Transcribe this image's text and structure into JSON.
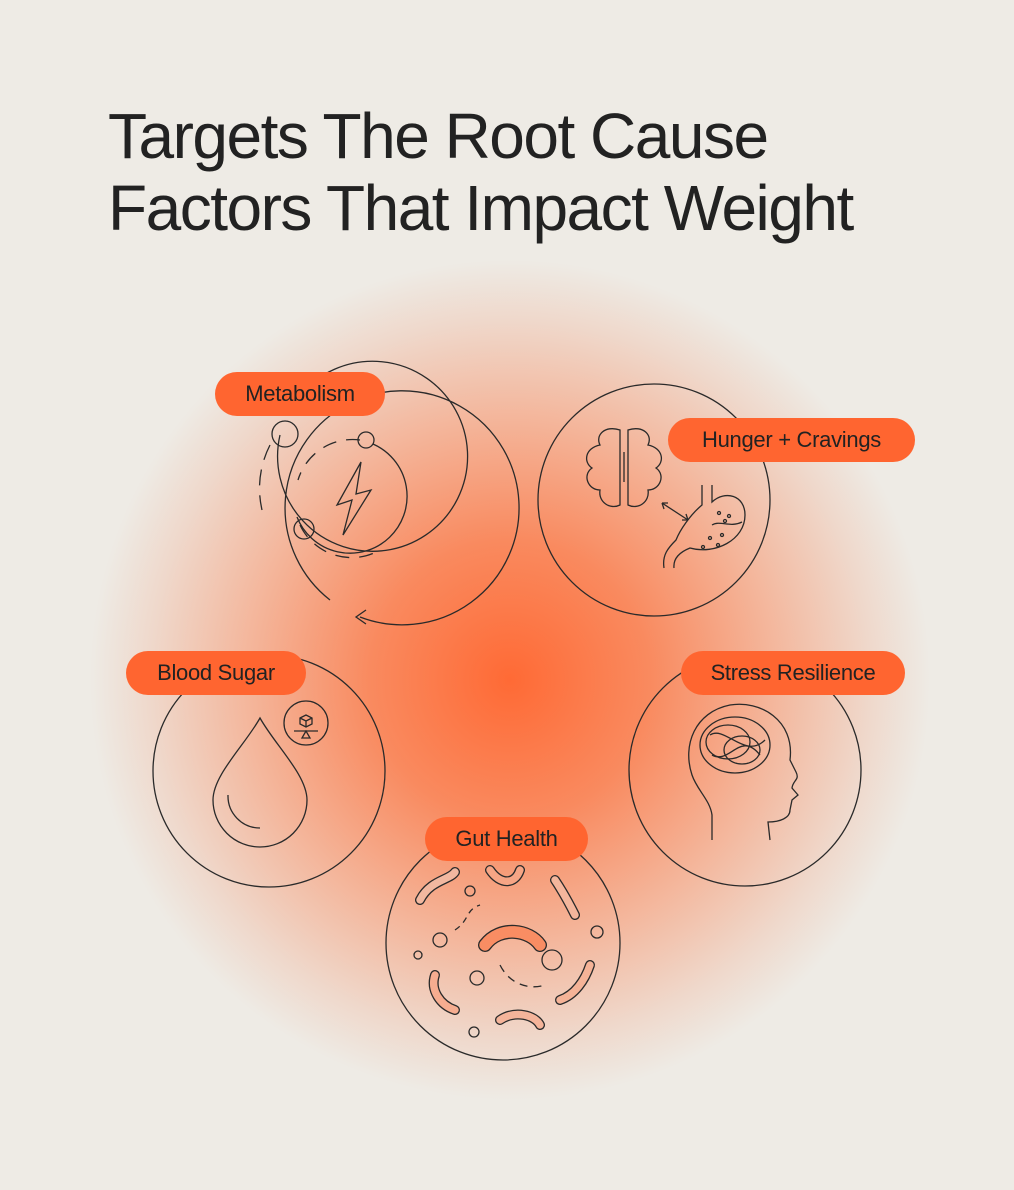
{
  "title": {
    "line1": "Targets The Root Cause",
    "line2": "Factors That Impact Weight"
  },
  "factors": [
    {
      "label": "Metabolism",
      "icon": "metabolism-cycle-icon"
    },
    {
      "label": "Hunger + Cravings",
      "icon": "brain-stomach-icon"
    },
    {
      "label": "Blood Sugar",
      "icon": "blood-drop-icon"
    },
    {
      "label": "Stress Resilience",
      "icon": "head-brain-icon"
    },
    {
      "label": "Gut Health",
      "icon": "gut-bacteria-icon"
    }
  ],
  "colors": {
    "background": "#eeebe5",
    "accent": "#ff6530",
    "text": "#222222"
  }
}
